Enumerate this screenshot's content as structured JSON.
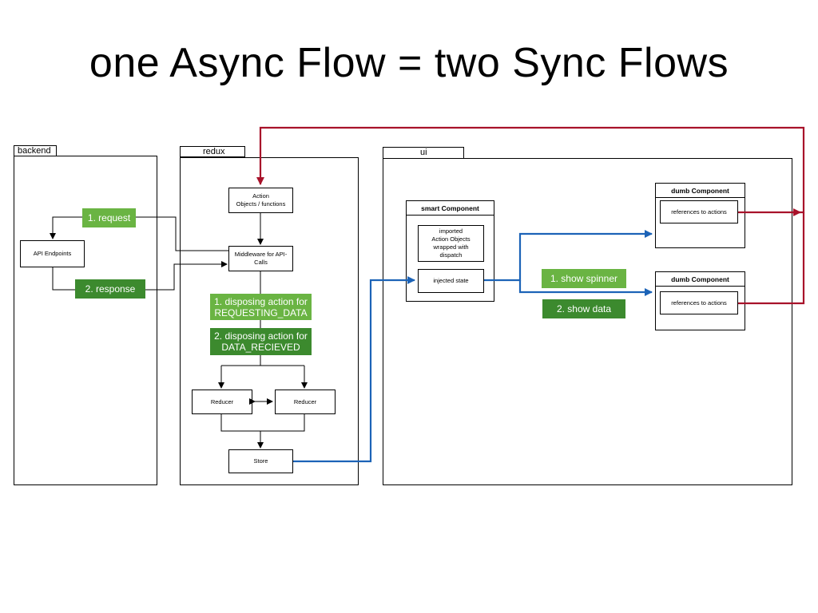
{
  "title": "one Async Flow = two Sync Flows",
  "colors": {
    "red": "#a8122a",
    "blue": "#1c63b7",
    "light_green": "#6ab443",
    "dark_green": "#3c8a2e"
  },
  "packages": {
    "backend": "backend",
    "redux": "redux",
    "ui": "ui"
  },
  "backend": {
    "api_endpoints": "API Endpoints",
    "request_label": "1. request",
    "response_label": "2. response"
  },
  "redux": {
    "action_line1": "Action",
    "action_line2": "Objects / functions",
    "middleware_line1": "Middleware for API-",
    "middleware_line2": "Calls",
    "disposing1_line1": "1. disposing action for",
    "disposing1_line2": "REQUESTING_DATA",
    "disposing2_line1": "2. disposing action for",
    "disposing2_line2": "DATA_RECIEVED",
    "reducer_left": "Reducer",
    "reducer_right": "Reducer",
    "store": "Store"
  },
  "ui": {
    "smart_title": "smart Component",
    "imported_line1": "imported",
    "imported_line2": "Action Objects",
    "imported_line3": "wrapped with",
    "imported_line4": "dispatch",
    "injected_state": "injected state",
    "dumb1_title": "dumb Component",
    "dumb1_ref": "references to actions",
    "dumb2_title": "dumb Component",
    "dumb2_ref": "references to actions",
    "show_spinner": "1. show spinner",
    "show_data": "2. show data"
  }
}
